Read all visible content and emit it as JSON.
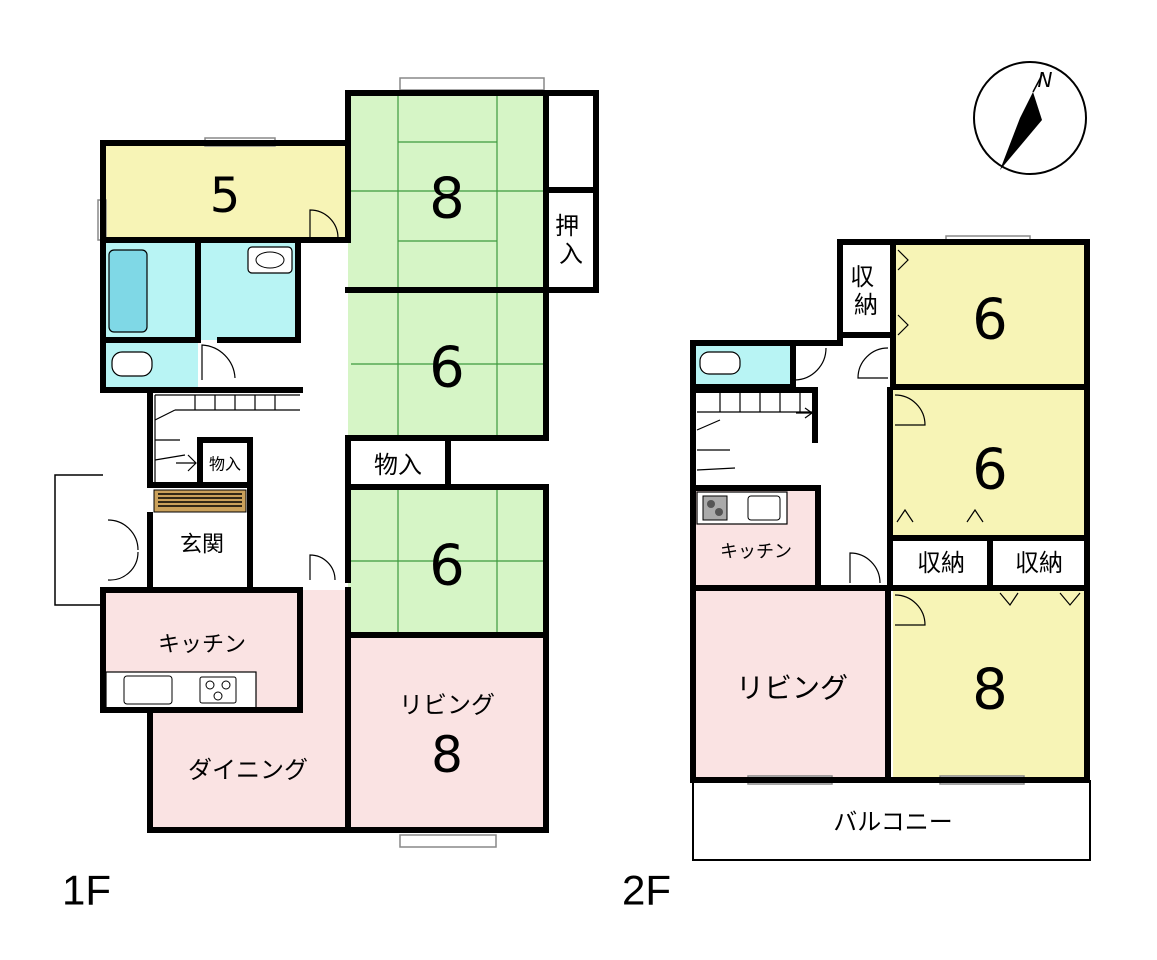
{
  "colors": {
    "tatami": "#d6f5c6",
    "yellow": "#f7f4b6",
    "pink": "#fae3e3",
    "water": "#b8f4f4",
    "bath": "#7fd8e6",
    "hall": "#ffffff"
  },
  "floor1": {
    "label": "1F",
    "rooms": {
      "room5": "5",
      "washitsu8": "8",
      "washitsu6a": "6",
      "washitsu6b": "6",
      "oshiire": "押入",
      "mono_small": "物入",
      "mono": "物入",
      "genkan": "玄関",
      "kitchen": "キッチン",
      "dining": "ダイニング",
      "living_label": "リビング",
      "living_size": "8"
    }
  },
  "floor2": {
    "label": "2F",
    "rooms": {
      "shuno_v": "収納",
      "room6a": "6",
      "room6b": "6",
      "shuno1": "収納",
      "shuno2": "収納",
      "kitchen": "キッチン",
      "living": "リビング",
      "room8": "8",
      "balcony": "バルコニー"
    }
  },
  "compass": {
    "letter": "N"
  }
}
